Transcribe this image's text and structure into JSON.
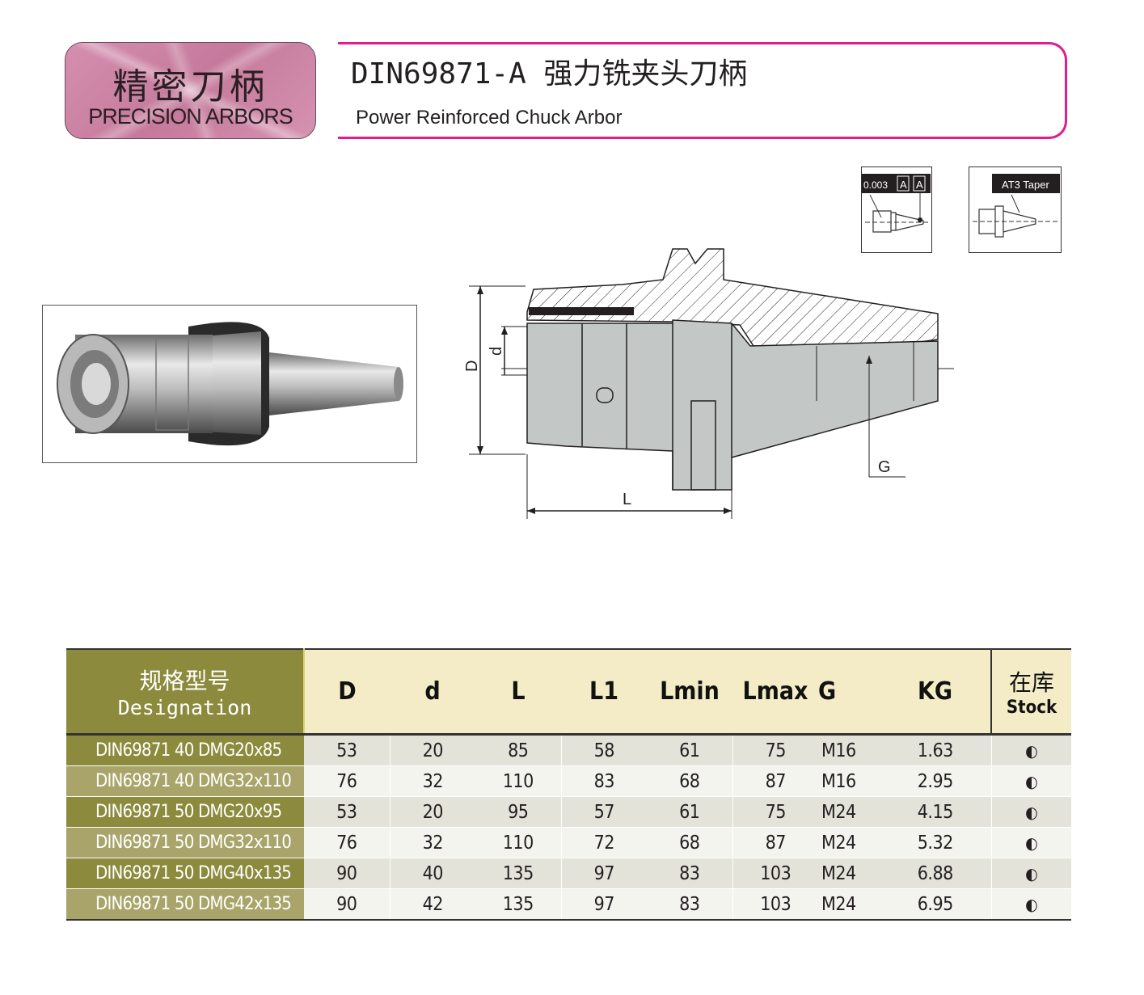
{
  "badge": {
    "cn": "精密刀柄",
    "en": "PRECISION ARBORS"
  },
  "title": {
    "main": "DIN69871-A 强力铣夹头刀柄",
    "sub": "Power  Reinforced  Chuck Arbor"
  },
  "icons": {
    "runout": {
      "value": "0.003",
      "datum1": "A",
      "datum2": "A"
    },
    "taper": {
      "label": "AT3  Taper"
    }
  },
  "drawing": {
    "label_D": "D",
    "label_d": "d",
    "label_L": "L",
    "label_G": "G"
  },
  "table": {
    "header": {
      "designation_cn": "规格型号",
      "designation_en": "Designation",
      "cols": [
        "D",
        "d",
        "L",
        "L1",
        "Lmin",
        "Lmax",
        "G",
        "KG"
      ],
      "stock_cn": "在库",
      "stock_en": "Stock"
    },
    "rows": [
      {
        "designation": "DIN69871 40 DMG20x85",
        "D": "53",
        "d": "20",
        "L": "85",
        "L1": "58",
        "Lmin": "61",
        "Lmax": "75",
        "G": "M16",
        "KG": "1.63",
        "stock": "◐"
      },
      {
        "designation": "DIN69871 40 DMG32x110",
        "D": "76",
        "d": "32",
        "L": "110",
        "L1": "83",
        "Lmin": "68",
        "Lmax": "87",
        "G": "M16",
        "KG": "2.95",
        "stock": "◐"
      },
      {
        "designation": "DIN69871 50 DMG20x95",
        "D": "53",
        "d": "20",
        "L": "95",
        "L1": "57",
        "Lmin": "61",
        "Lmax": "75",
        "G": "M24",
        "KG": "4.15",
        "stock": "◐"
      },
      {
        "designation": "DIN69871 50 DMG32x110",
        "D": "76",
        "d": "32",
        "L": "110",
        "L1": "72",
        "Lmin": "68",
        "Lmax": "87",
        "G": "M24",
        "KG": "5.32",
        "stock": "◐"
      },
      {
        "designation": "DIN69871 50 DMG40x135",
        "D": "90",
        "d": "40",
        "L": "135",
        "L1": "97",
        "Lmin": "83",
        "Lmax": "103",
        "G": "M24",
        "KG": "6.88",
        "stock": "◐"
      },
      {
        "designation": "DIN69871 50 DMG42x135",
        "D": "90",
        "d": "42",
        "L": "135",
        "L1": "97",
        "Lmin": "83",
        "Lmax": "103",
        "G": "M24",
        "KG": "6.95",
        "stock": "◐"
      }
    ]
  }
}
